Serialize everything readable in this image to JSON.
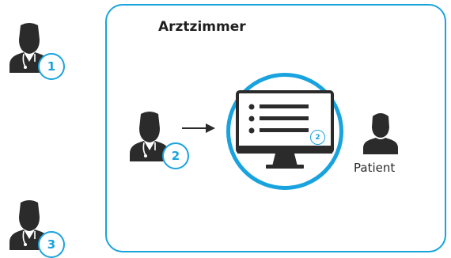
{
  "room": {
    "title": "Arztzimmer"
  },
  "patient": {
    "label": "Patient",
    "icon": "person-icon"
  },
  "doctors": [
    {
      "number": "1",
      "icon": "doctor-icon"
    },
    {
      "number": "2",
      "icon": "doctor-icon"
    },
    {
      "number": "3",
      "icon": "doctor-icon"
    }
  ],
  "computer": {
    "icon": "monitor-list-icon",
    "screen_badge": "2"
  },
  "colors": {
    "accent": "#19a3de",
    "figure": "#2b2b2b",
    "text": "#1f1f1f"
  }
}
